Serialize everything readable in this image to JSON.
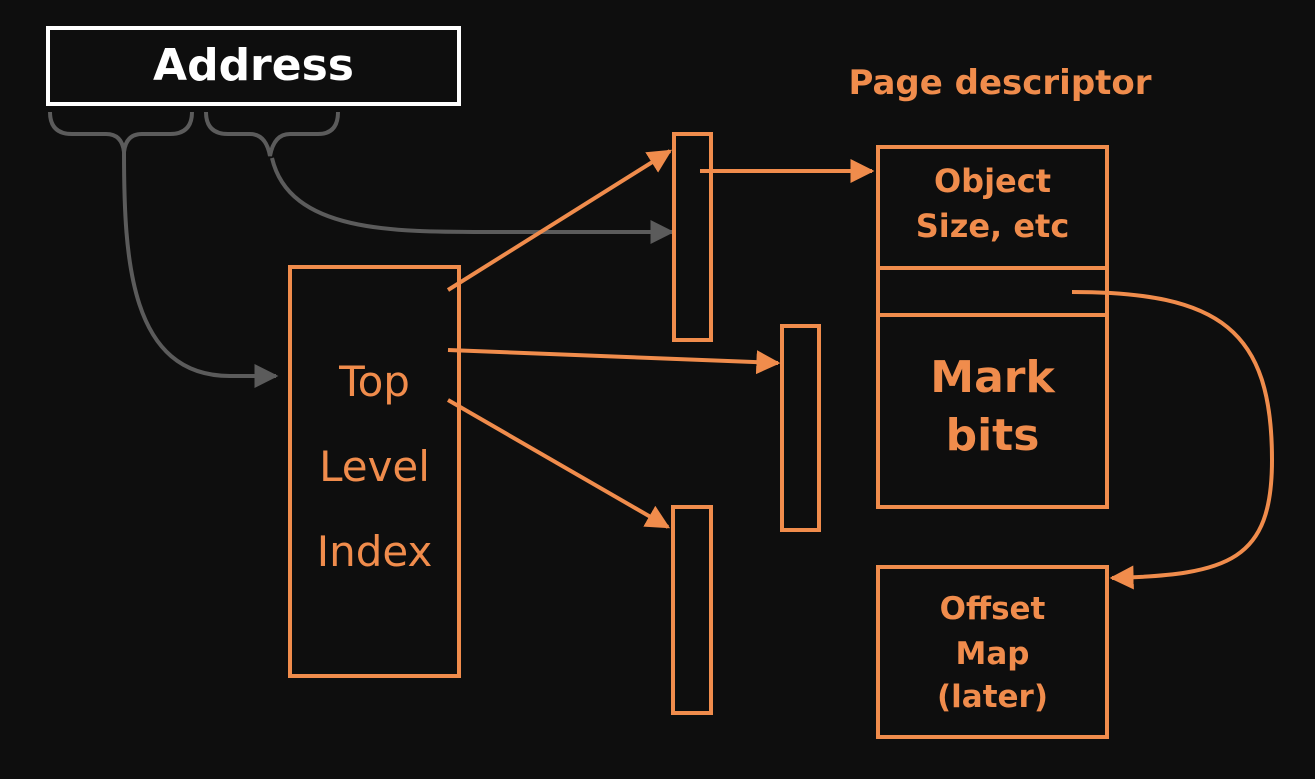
{
  "colors": {
    "background": "#0e0e0e",
    "accent": "#f08c4c",
    "address_box": "#ffffff",
    "brace": "#5b5b5b"
  },
  "address": {
    "label": "Address"
  },
  "page_descriptor": {
    "title": "Page descriptor",
    "object_size": [
      "Object",
      "Size, etc"
    ],
    "mark_bits": [
      "Mark",
      "bits"
    ]
  },
  "top_level_index": {
    "lines": [
      "Top",
      "Level",
      "Index"
    ]
  },
  "offset_map": {
    "lines": [
      "Offset",
      "Map",
      "(later)"
    ]
  }
}
